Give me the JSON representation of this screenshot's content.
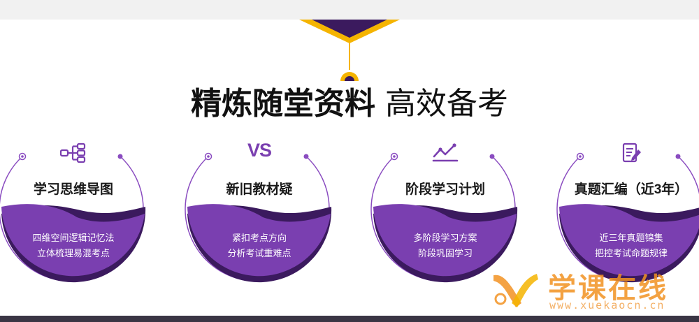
{
  "headline": {
    "bold": "精炼随堂资料",
    "light": "高效备考"
  },
  "cards": [
    {
      "title": "学习思维导图",
      "lines": [
        "四维空间逻辑记忆法",
        "立体梳理易混考点"
      ],
      "icon": "mind-map-icon"
    },
    {
      "title": "新旧教材疑",
      "lines": [
        "紧扣考点方向",
        "分析考试重难点"
      ],
      "icon": "vs-icon",
      "icon_text": "VS"
    },
    {
      "title": "阶段学习计划",
      "lines": [
        "多阶段学习方案",
        "阶段巩固学习"
      ],
      "icon": "trend-chart-icon"
    },
    {
      "title": "真题汇编（近3年）",
      "lines": [
        "近三年真题锦集",
        "把控考试命题规律"
      ],
      "icon": "document-edit-icon"
    }
  ],
  "watermark": {
    "title": "学课在线",
    "url": "www.xuekaocn.cn"
  },
  "colors": {
    "purple": "#7a3fb0",
    "deep_purple": "#3b1a5e",
    "gold": "#f5b400",
    "orange": "#f29222"
  }
}
